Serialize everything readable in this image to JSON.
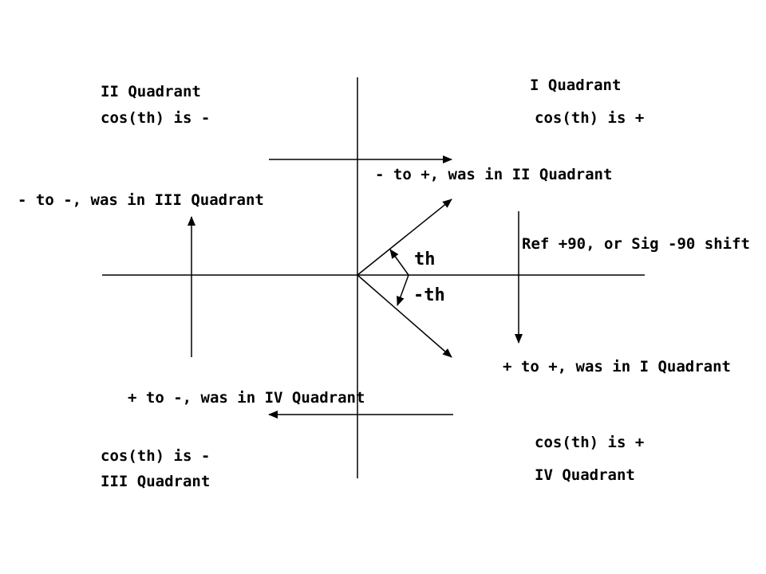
{
  "labels": {
    "q2_title": "II Quadrant",
    "q2_cos": "cos(th) is -",
    "q1_title": "I Quadrant",
    "q1_cos": "cos(th) is +",
    "q3_cos": "cos(th) is -",
    "q3_title": "III Quadrant",
    "q4_cos": "cos(th) is +",
    "q4_title": "IV Quadrant",
    "shift_note": "Ref +90, or Sig -90 shift",
    "angle_pos": "th",
    "angle_neg": "-th",
    "arrow_top": "- to +, was in II Quadrant",
    "arrow_left": "- to -, was in III Quadrant",
    "arrow_right": "+ to +, was in I Quadrant",
    "arrow_bottom": "+ to -, was in IV Quadrant"
  },
  "colors": {
    "ink": "#000000",
    "background": "#ffffff"
  }
}
